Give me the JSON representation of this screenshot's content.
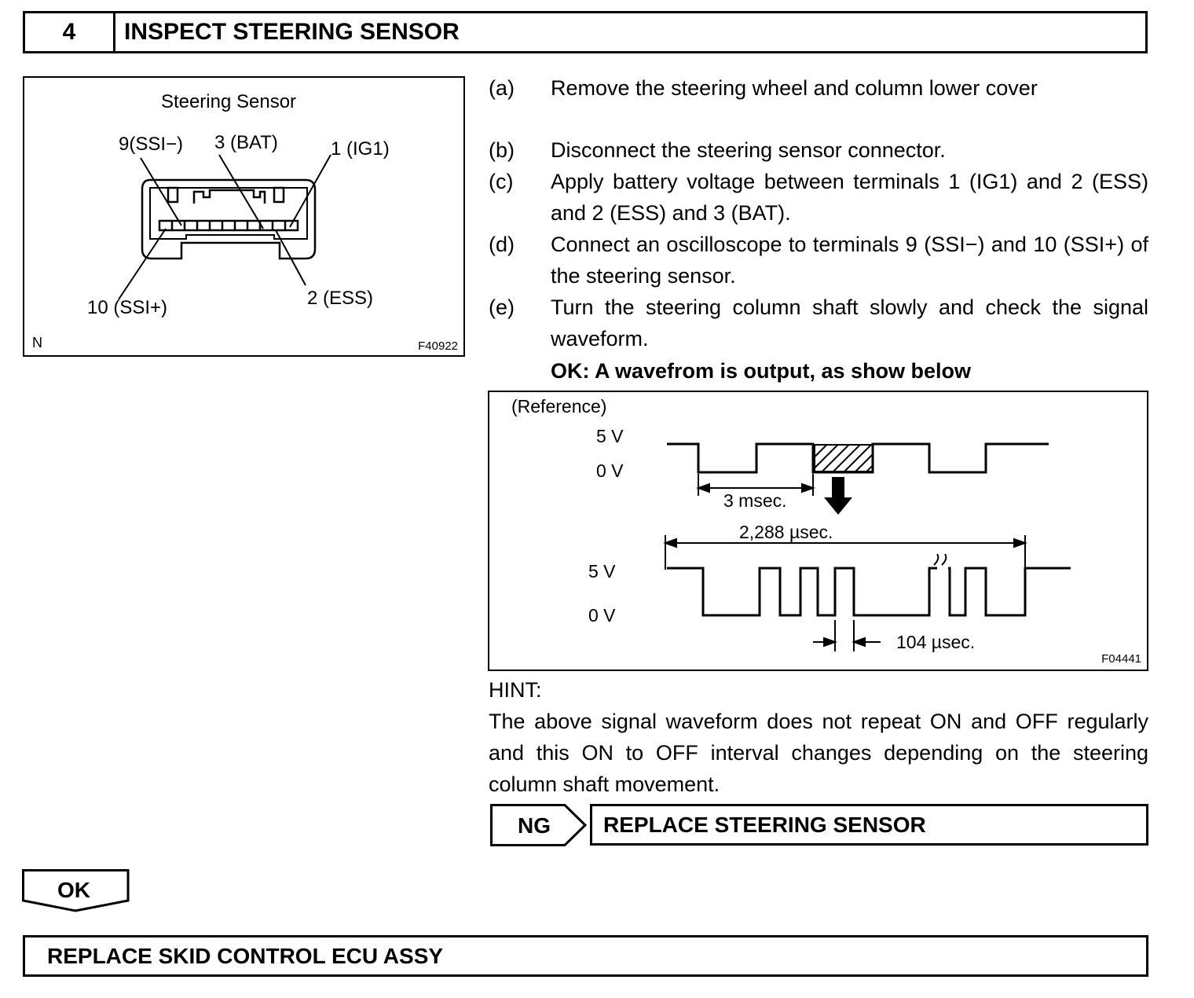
{
  "header": {
    "step_number": "4",
    "title": "INSPECT STEERING SENSOR"
  },
  "connector_figure": {
    "title": "Steering Sensor",
    "labels": {
      "ssi_minus": "9(SSI−)",
      "bat": "3 (BAT)",
      "ig1": "1 (IG1)",
      "ssi_plus": "10 (SSI+)",
      "ess": "2 (ESS)"
    },
    "corner_mark": "N",
    "figure_id": "F40922"
  },
  "steps": [
    {
      "label": "(a)",
      "text": "Remove the steering wheel and column lower cover"
    },
    {
      "label": "(b)",
      "text": "Disconnect the steering sensor connector."
    },
    {
      "label": "(c)",
      "text": "Apply battery voltage between terminals 1 (IG1) and 2 (ESS) and 2 (ESS) and 3 (BAT)."
    },
    {
      "label": "(d)",
      "text": "Connect an oscilloscope to terminals 9 (SSI−) and 10 (SSI+) of the steering sensor."
    },
    {
      "label": "(e)",
      "text": "Turn the steering column shaft slowly and check the signal waveform."
    }
  ],
  "ok_condition": "OK: A wavefrom is output, as show below",
  "waveform_figure": {
    "reference": "(Reference)",
    "upper_5v": "5 V",
    "upper_0v": "0 V",
    "period_label": "3 msec.",
    "frame_label": "2,288 µsec.",
    "lower_5v": "5 V",
    "lower_0v": "0 V",
    "bit_label": "104 µsec.",
    "figure_id": "F04441"
  },
  "hint": {
    "heading": "HINT:",
    "text": "The above signal waveform does not repeat ON and OFF regularly and this ON to OFF interval changes depending on the steering column shaft movement."
  },
  "ng_branch": {
    "tag": "NG",
    "action": "REPLACE STEERING SENSOR"
  },
  "ok_branch": {
    "tag": "OK",
    "action": "REPLACE SKID CONTROL ECU ASSY"
  }
}
